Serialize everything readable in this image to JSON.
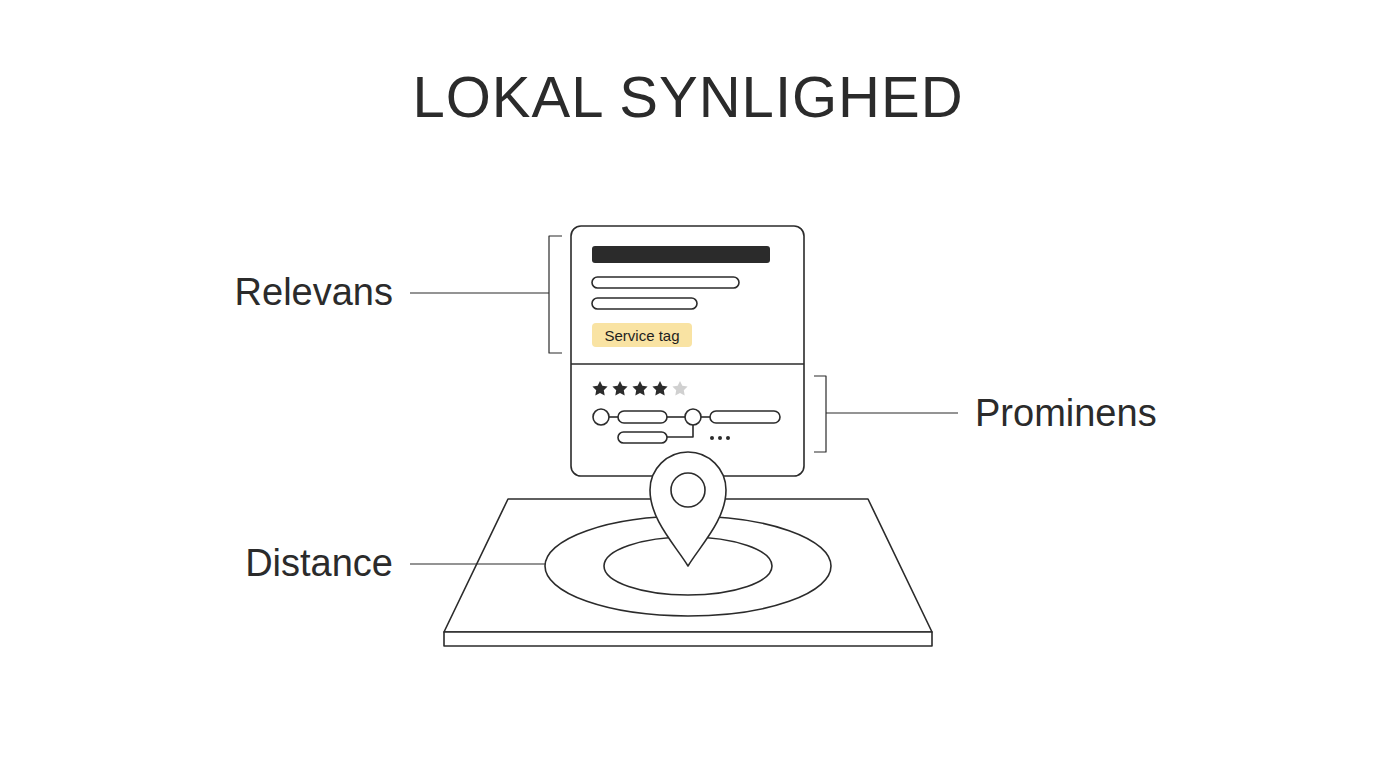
{
  "diagram": {
    "title": "LOKAL SYNLIGHED",
    "nodes": [
      {
        "text": [
          "Service tag"
        ]
      }
    ],
    "labels": [
      "Relevans",
      "Prominens",
      "Distance"
    ]
  }
}
